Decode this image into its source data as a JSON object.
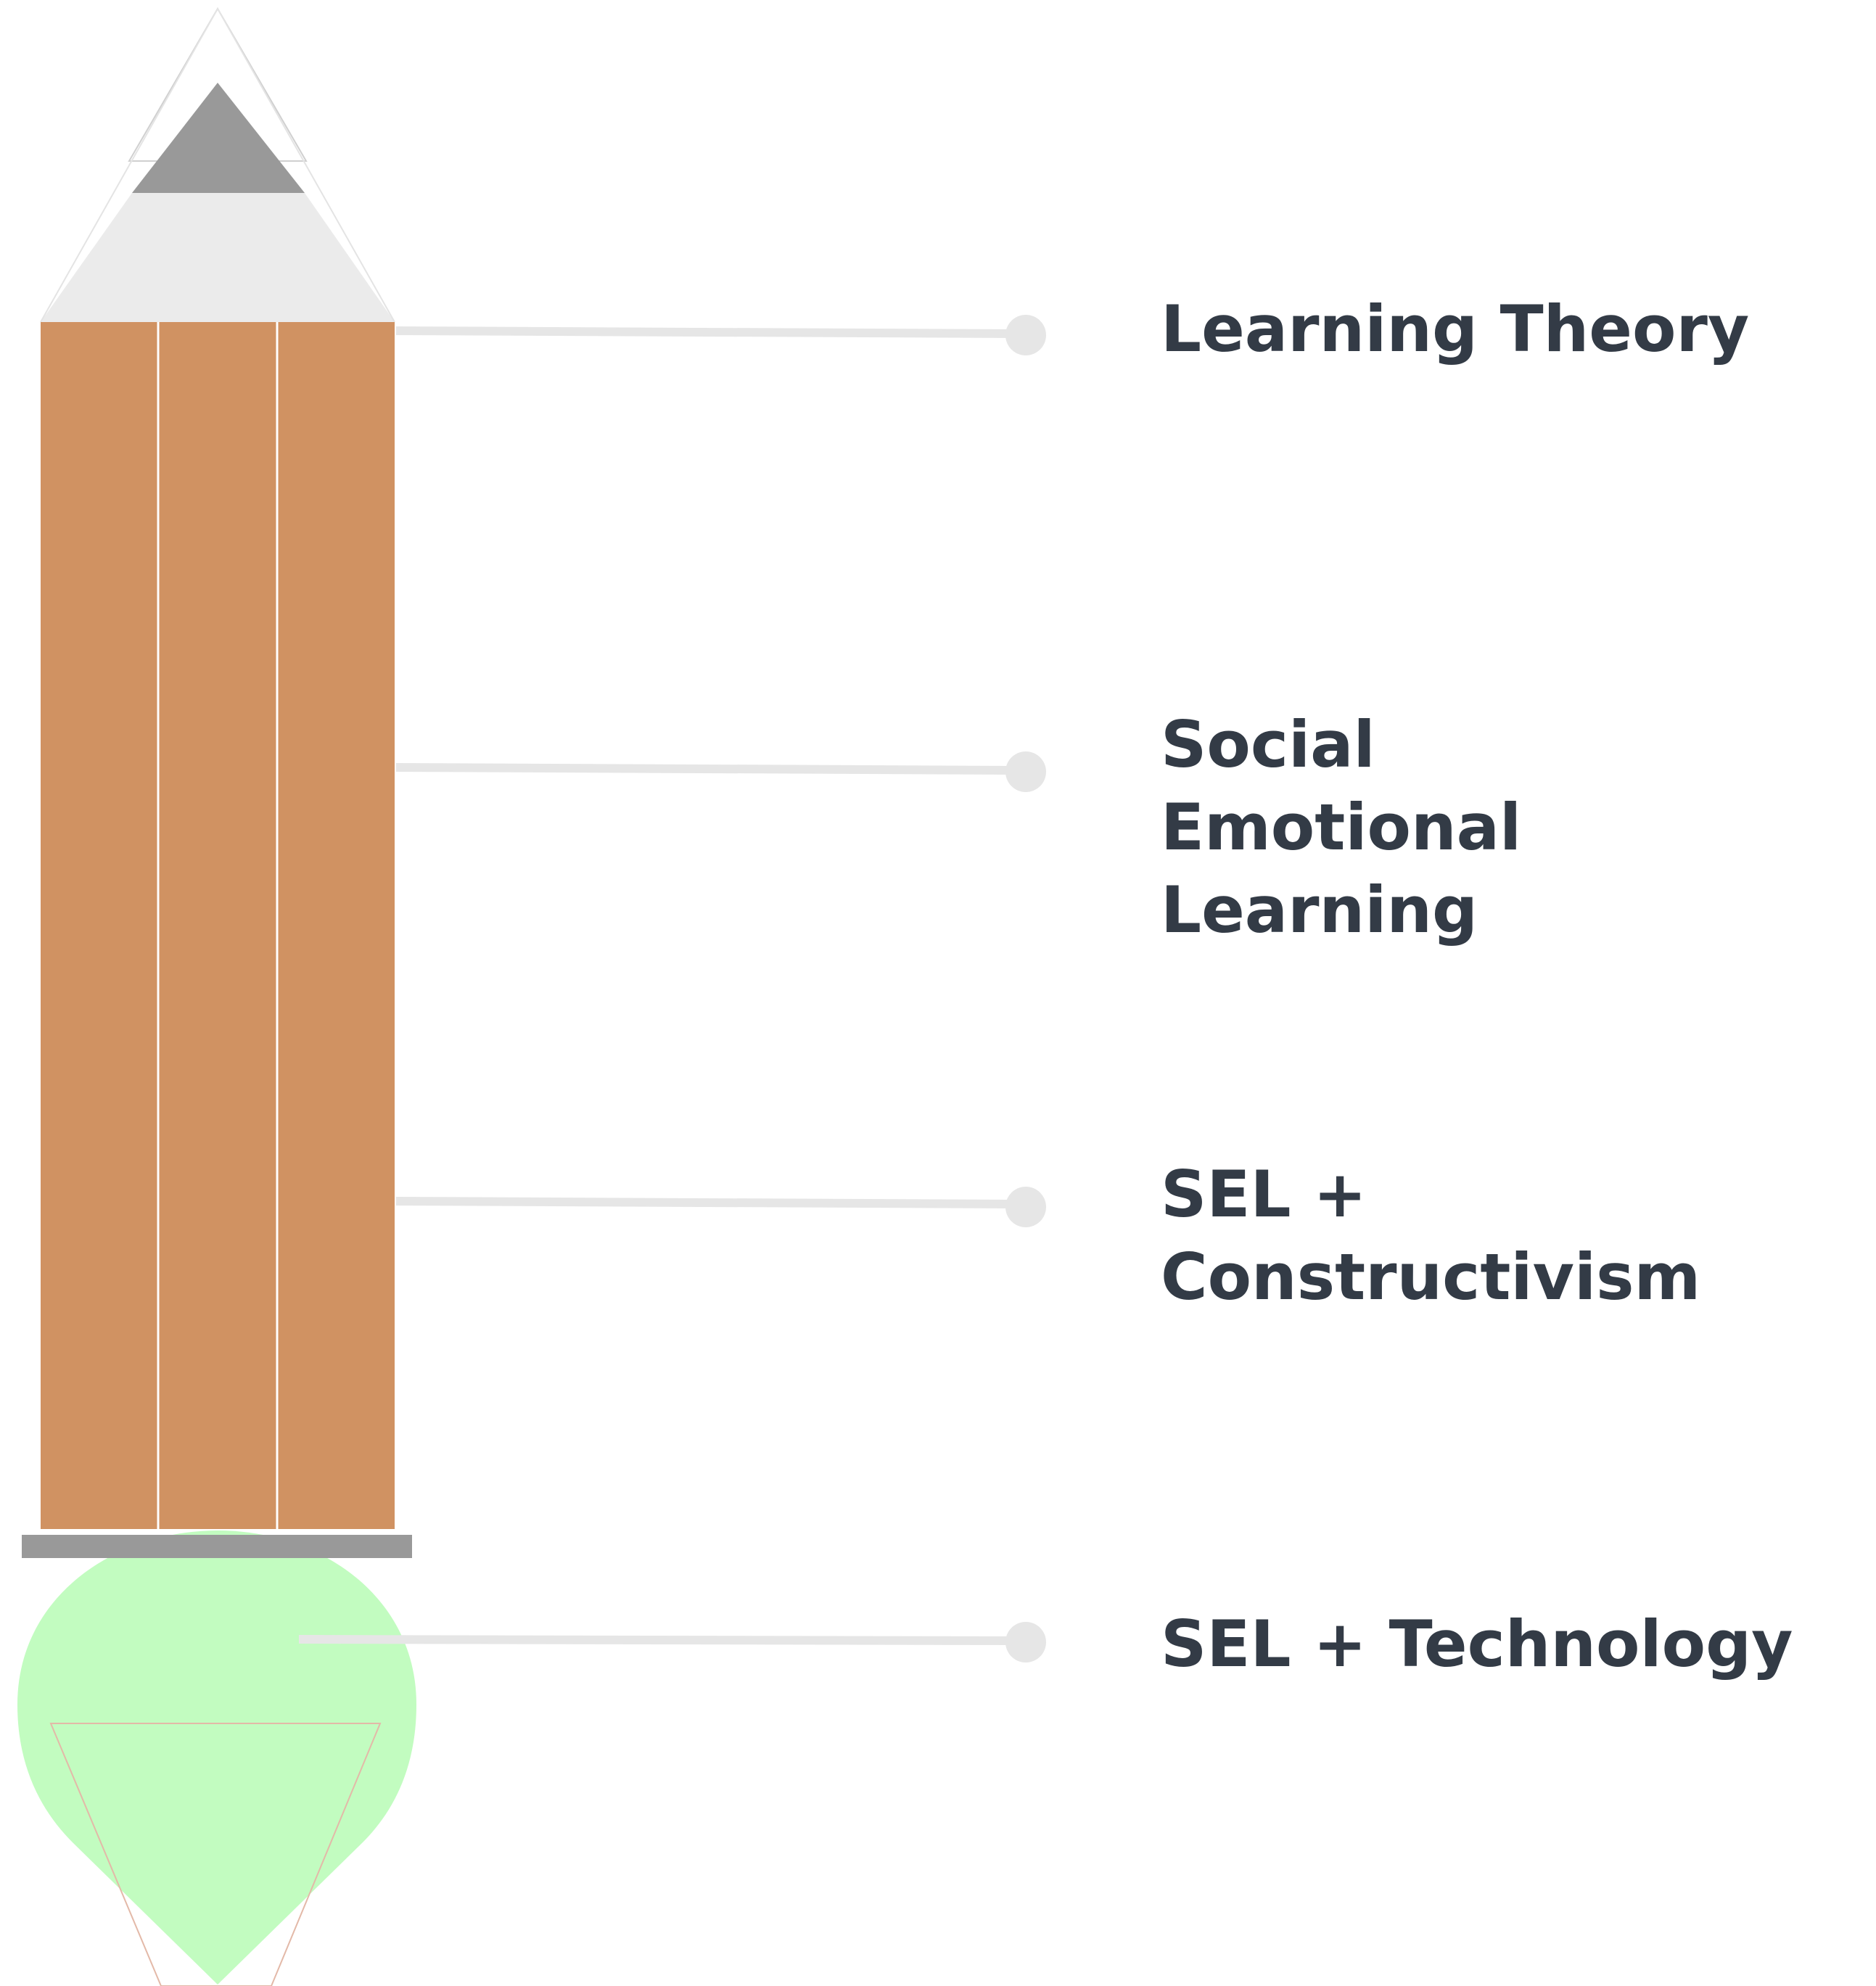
{
  "items": [
    {
      "label": "Learning Theory"
    },
    {
      "label": "Social Emotional Learning"
    },
    {
      "label": "SEL + Constructivism"
    },
    {
      "label": "SEL + Technology"
    }
  ],
  "colors": {
    "pencil_body": "#d09262",
    "pencil_tip": "#ebebeb",
    "pencil_lead": "#999999",
    "ferrule": "#999999",
    "eraser": "#c2fcc0",
    "connector": "#e6e6e6",
    "label_text": "#333b46"
  }
}
